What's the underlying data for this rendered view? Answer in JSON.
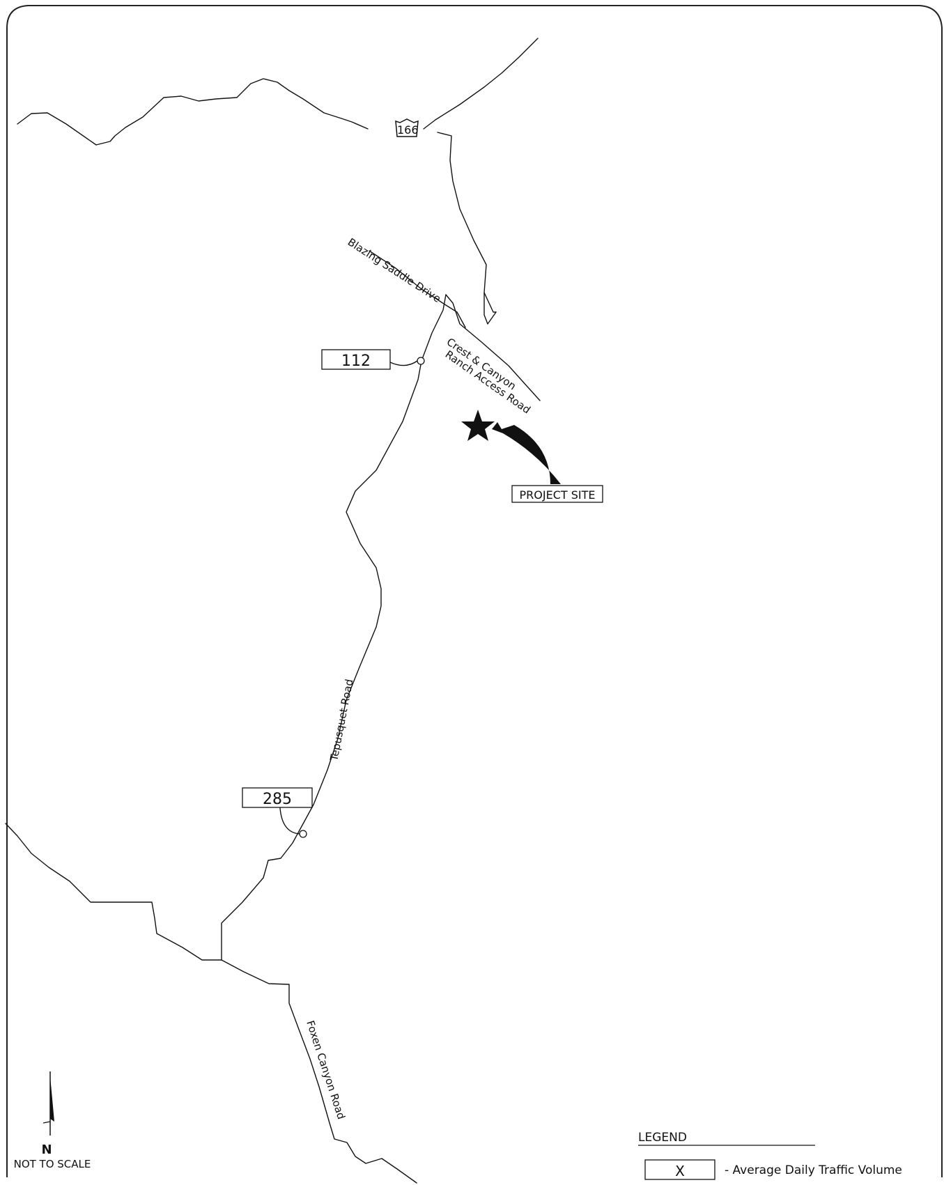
{
  "highway_shield": "166",
  "roads": {
    "blazing_saddle": "Blazing Saddle Drive",
    "crest_line1": "Crest & Canyon",
    "crest_line2": "Ranch Access Road",
    "tepusquet": "Tepusquet Road",
    "foxen": "Foxen Canyon Road"
  },
  "traffic_counts": [
    {
      "value": "112"
    },
    {
      "value": "285"
    }
  ],
  "project_site_label": "PROJECT SITE",
  "north_arrow": {
    "letter": "N",
    "scale_note": "NOT TO SCALE"
  },
  "legend": {
    "title": "LEGEND",
    "box_symbol": "X",
    "description": "- Average Daily Traffic Volume"
  }
}
